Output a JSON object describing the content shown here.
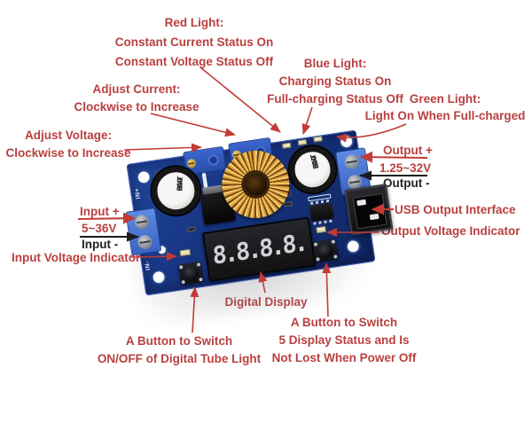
{
  "labels": {
    "red_light": {
      "title": "Red Light:",
      "lines": [
        "Constant Current Status On",
        "Constant Voltage Status Off"
      ]
    },
    "blue_light": {
      "title": "Blue Light:",
      "lines": [
        "Charging Status On",
        "Full-charging Status Off"
      ]
    },
    "green_light": {
      "title": "Green Light:",
      "lines": [
        "Light On When Full-charged"
      ]
    },
    "adjust_current": {
      "title": "Adjust Current:",
      "lines": [
        "Clockwise to Increase"
      ]
    },
    "adjust_voltage": {
      "title": "Adjust Voltage:",
      "lines": [
        "Clockwise to Increase"
      ]
    },
    "input": {
      "plus": "Input +",
      "range": "5~36V",
      "minus": "Input -",
      "indicator": "Input Voltage Indicator"
    },
    "output": {
      "plus": "Output +",
      "range": "1.25~32V",
      "minus": "Output -"
    },
    "usb": "USB Output Interface",
    "output_indicator": "Output Voltage Indicator",
    "digital_display": "Digital Display",
    "button_left": {
      "lines": [
        "A Button to Switch",
        "ON/OFF of Digital Tube Light"
      ]
    },
    "button_right": {
      "lines": [
        "A Button to Switch",
        "5 Display Status and Is",
        "Not Lost When Power Off"
      ]
    }
  },
  "board": {
    "display_value": "8.8.8.8.",
    "silkscreen": {
      "in_plus": "IN+",
      "in_minus": "IN-"
    },
    "cap": {
      "l1": "220",
      "l2": "50V",
      "l3": "RVT"
    }
  },
  "colors": {
    "annotation_red": "#b9403f",
    "annotation_black": "#1f1f1f",
    "pcb_blue": "#16337e",
    "terminal_blue": "#4472cf",
    "toroid_copper": "#e2a83c",
    "display_segment": "#d0d3d5"
  }
}
